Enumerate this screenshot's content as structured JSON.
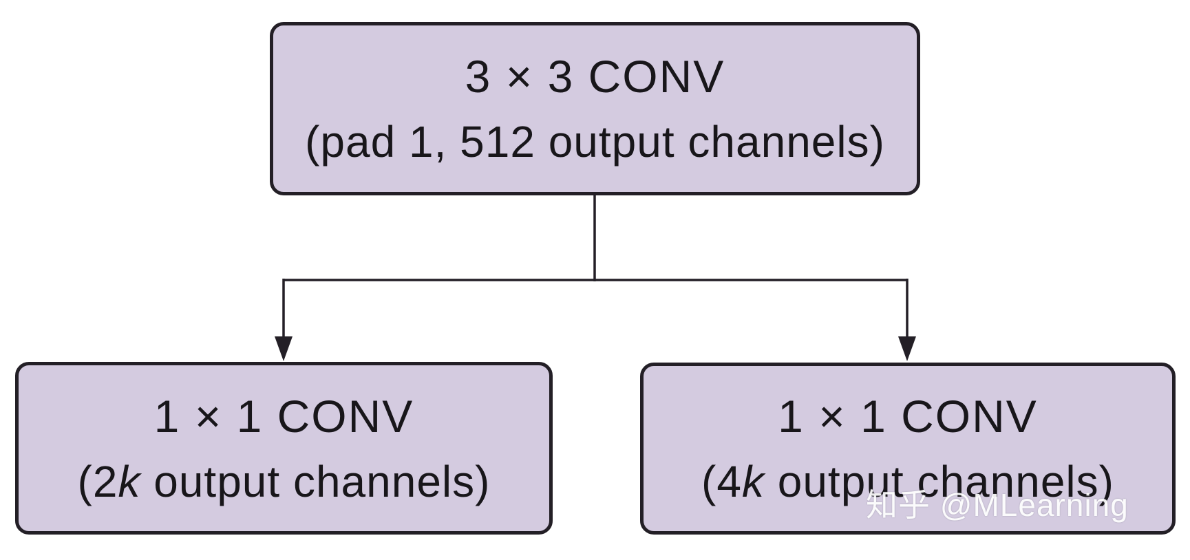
{
  "theme": {
    "page-bg": "#ffffff",
    "box-fill": "#d4cbe0",
    "box-border": "#231f26",
    "text-color": "#18161a",
    "line-color": "#231f26",
    "watermark-color": "#ffffff"
  },
  "diagram": {
    "type": "flowchart",
    "nodes": {
      "root": {
        "title": "3 × 3 CONV",
        "subtitle": "(pad 1, 512 output channels)"
      },
      "left": {
        "title": "1 × 1 CONV",
        "subtitle_open": "(2",
        "subtitle_var": "k",
        "subtitle_rest": " output channels)"
      },
      "right": {
        "title": "1 × 1 CONV",
        "subtitle_open": "(4",
        "subtitle_var": "k",
        "subtitle_rest": " output channels)"
      }
    },
    "edges": [
      {
        "from": "root",
        "to": "left",
        "arrow": "down"
      },
      {
        "from": "root",
        "to": "right",
        "arrow": "down"
      }
    ]
  },
  "watermark": {
    "text": "知乎 @MLearning"
  }
}
